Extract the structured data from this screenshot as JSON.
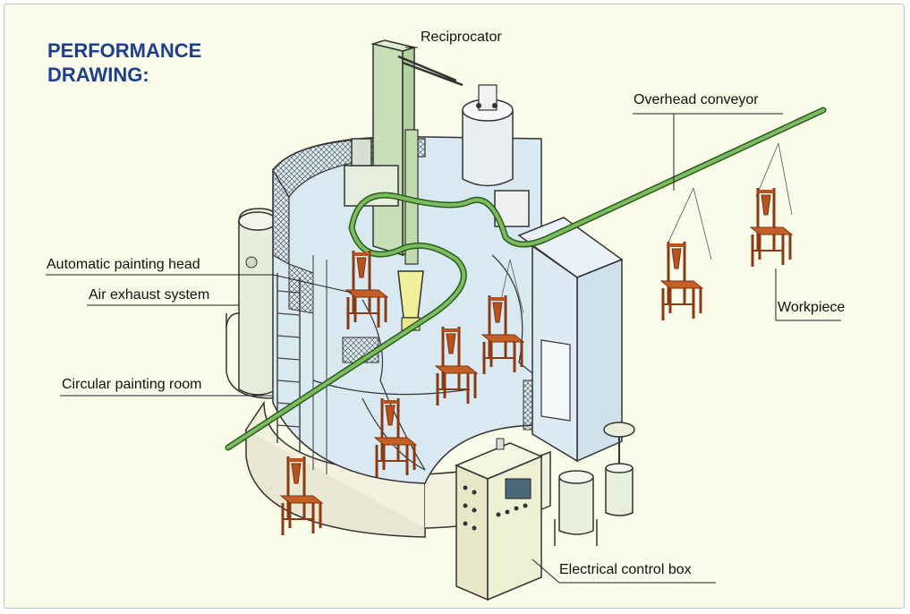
{
  "title": {
    "line1": "PERFORMANCE",
    "line2": "DRAWING:"
  },
  "labels": {
    "reciprocator": "Reciprocator",
    "overhead_conveyor": "Overhead conveyor",
    "automatic_painting_head": "Automatic painting head",
    "air_exhaust_system": "Air exhaust system",
    "circular_painting_room": "Circular painting room",
    "workpiece": "Workpiece",
    "electrical_control_box": "Electrical control box"
  },
  "colors": {
    "background": "#fbfbe9",
    "title": "#1f3f8c",
    "booth_fill": "#dcebf3",
    "conveyor_green": "#7bbd5e",
    "chair_brown": "#b8531f",
    "cabinet_fill": "#eef0d4",
    "tank_fill": "#e8efdc"
  }
}
